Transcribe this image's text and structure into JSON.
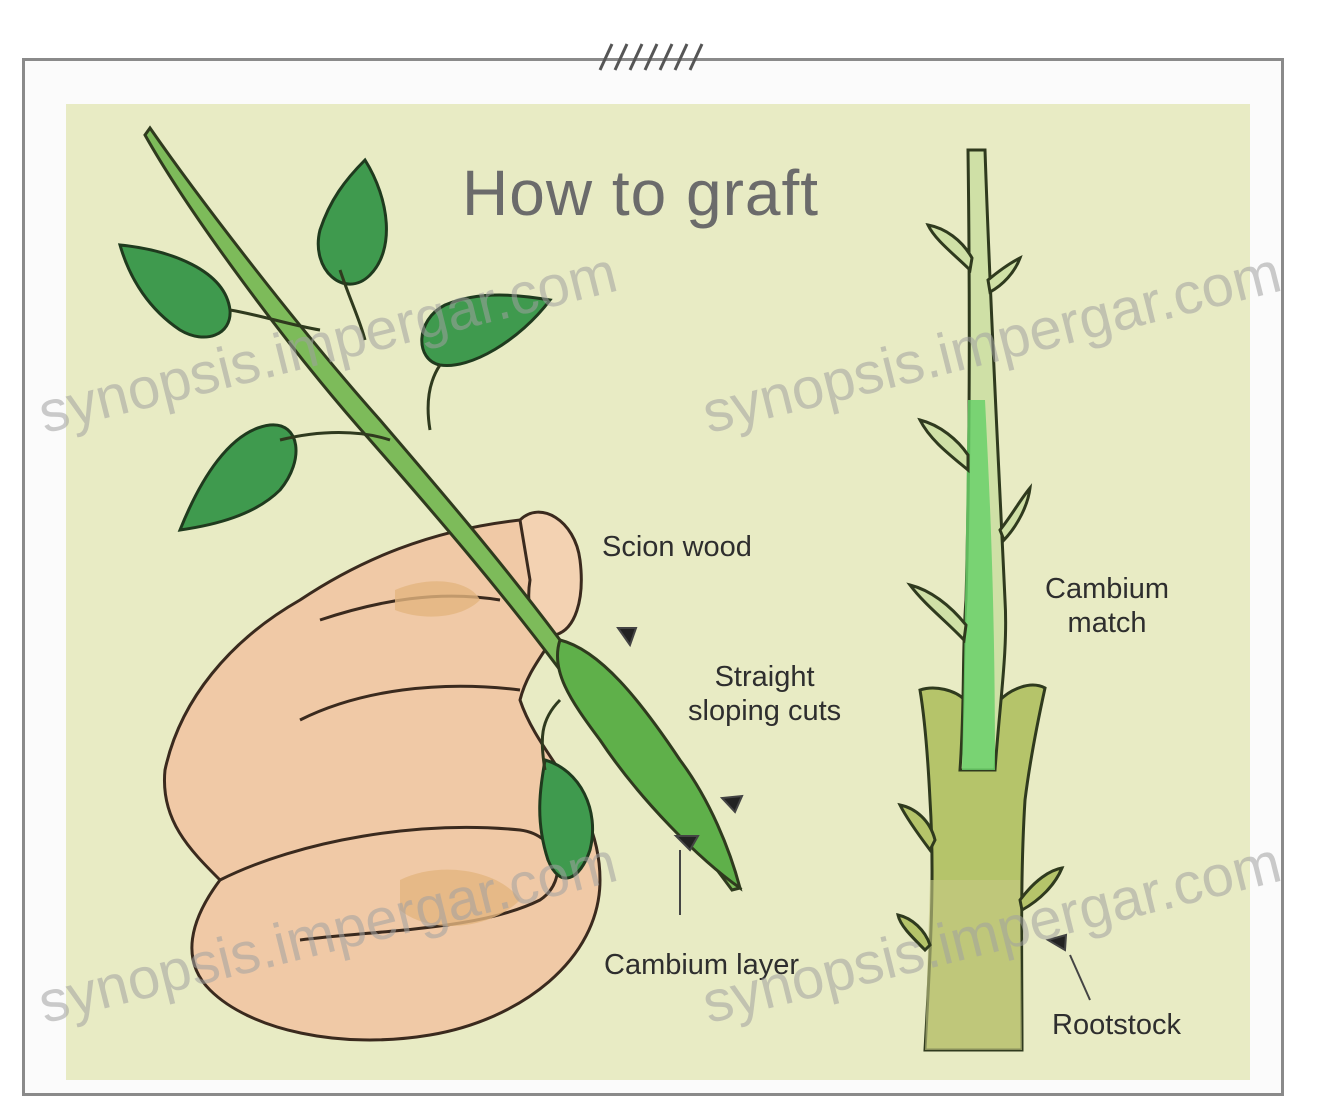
{
  "title": "How to graft",
  "labels": {
    "scion_wood": "Scion wood",
    "straight_cuts_line1": "Straight",
    "straight_cuts_line2": "sloping cuts",
    "cambium_layer": "Cambium layer",
    "cambium_match_line1": "Cambium",
    "cambium_match_line2": "match",
    "rootstock": "Rootstock"
  },
  "watermarks": [
    "synopsis.impergar.com",
    "synopsis.impergar.com",
    "synopsis.impergar.com",
    "synopsis.impergar.com"
  ],
  "colors": {
    "background_panel": "#e8ebc4",
    "leaf": "#3f9a4e",
    "stem": "#7dbb5a",
    "hand": "#f0c9a6",
    "rootstock": "#b5c46a"
  }
}
